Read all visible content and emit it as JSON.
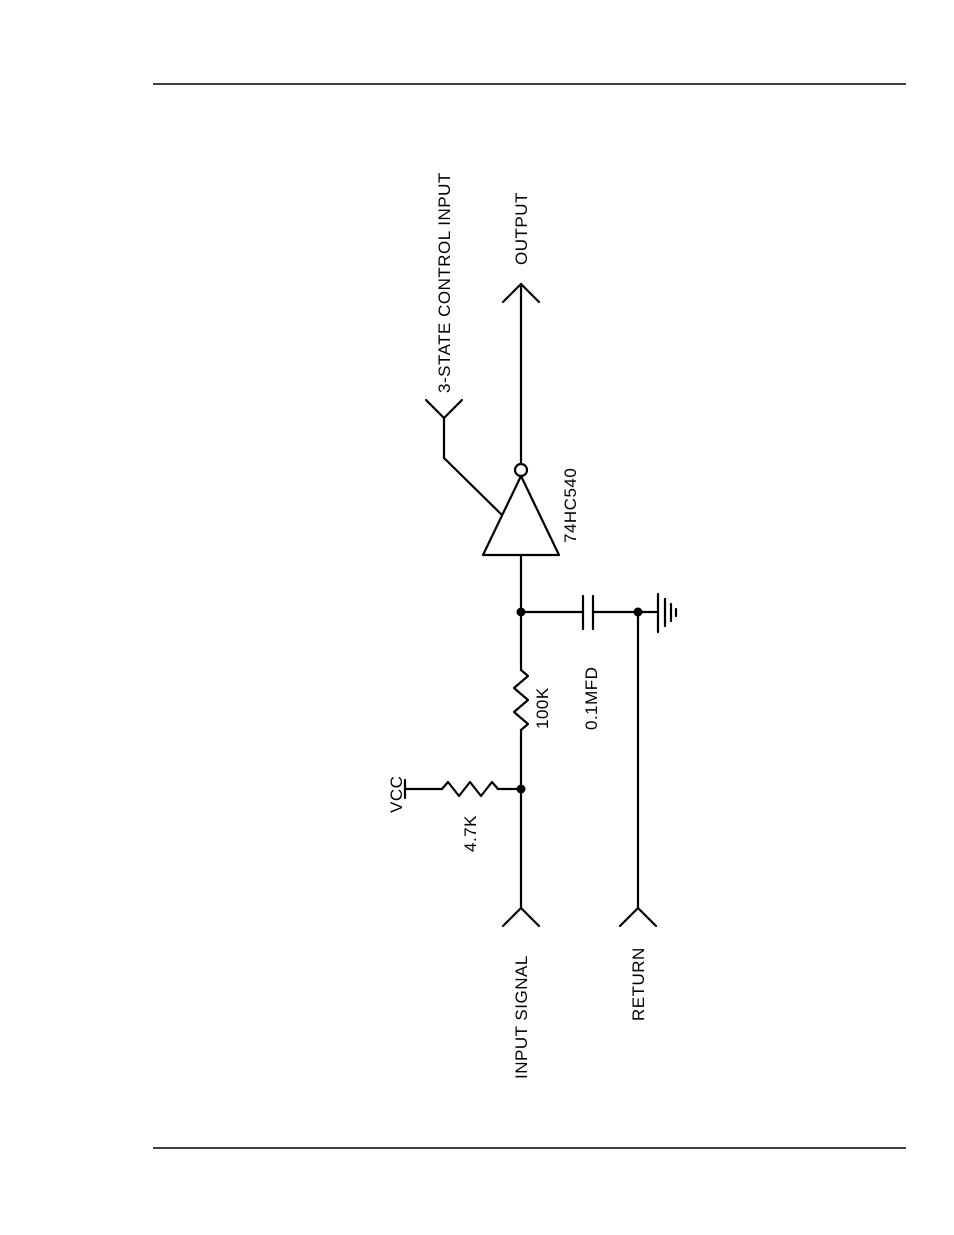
{
  "labels": {
    "three_state": "3-STATE CONTROL INPUT",
    "output": "OUTPUT",
    "buffer_part": "74HC540",
    "capacitor": "0.1MFD",
    "r_series": "100K",
    "r_pullup": "4.7K",
    "vcc": "VCC",
    "input_signal": "INPUT SIGNAL",
    "return": "RETURN"
  }
}
